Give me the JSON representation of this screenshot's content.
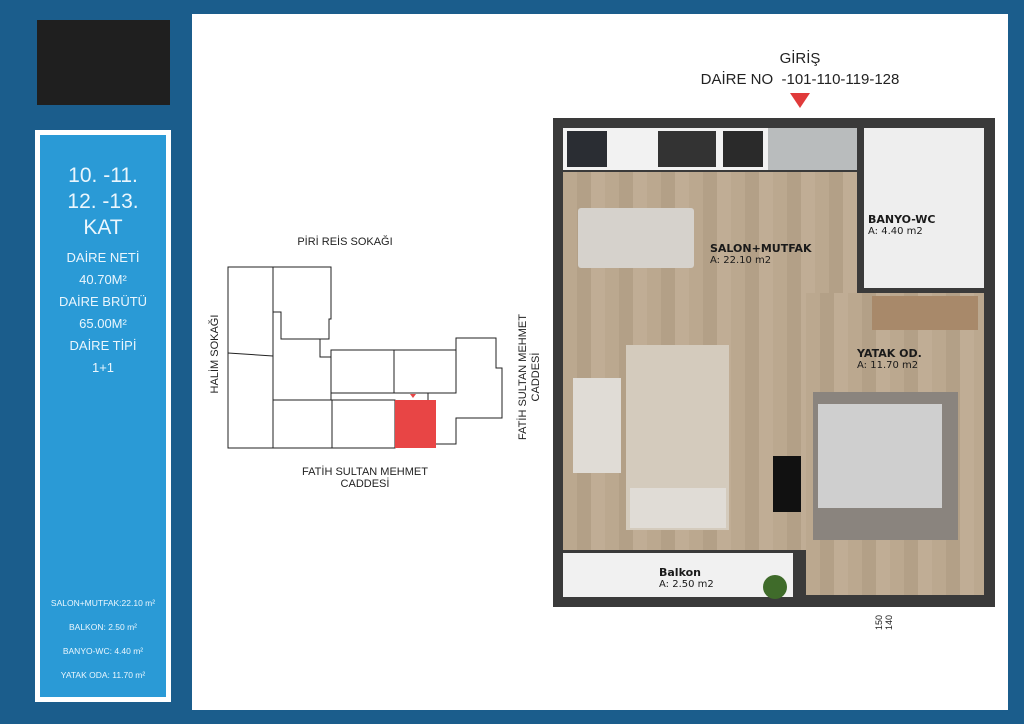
{
  "left_panel": {
    "floors_line1": "10. -11.",
    "floors_line2": "12. -13.",
    "floors_label": "KAT",
    "net_label": "DAİRE NETİ",
    "net_value": "40.70M²",
    "gross_label": "DAİRE BRÜTÜ",
    "gross_value": "65.00M²",
    "type_label": "DAİRE TİPİ",
    "type_value": "1+1",
    "areas": [
      "SALON+MUTFAK:22.10 m²",
      "BALKON: 2.50 m²",
      "BANYO-WC: 4.40 m²",
      "YATAK ODA: 11.70 m²"
    ]
  },
  "site_plan": {
    "street_north": "PİRİ REİS SOKAĞI",
    "street_west": "HALİM SOKAĞI",
    "street_south_line1": "FATİH SULTAN MEHMET",
    "street_south_line2": "CADDESİ",
    "street_east_line1": "FATİH SULTAN MEHMET",
    "street_east_line2": "CADDESİ",
    "highlight_color": "#e84545"
  },
  "entrance": {
    "label": "GİRİŞ",
    "unit_numbers": "DAİRE NO  -101-110-119-128",
    "marker_color": "#e03a3a"
  },
  "floor_plan": {
    "rooms": [
      {
        "name": "SALON+MUTFAK",
        "area": "A: 22.10 m2"
      },
      {
        "name": "BANYO-WC",
        "area": "A: 4.40 m2"
      },
      {
        "name": "YATAK OD.",
        "area": "A: 11.70 m2"
      },
      {
        "name": "Balkon",
        "area": "A: 2.50 m2"
      }
    ],
    "dimensions": [
      "150",
      "140"
    ]
  }
}
